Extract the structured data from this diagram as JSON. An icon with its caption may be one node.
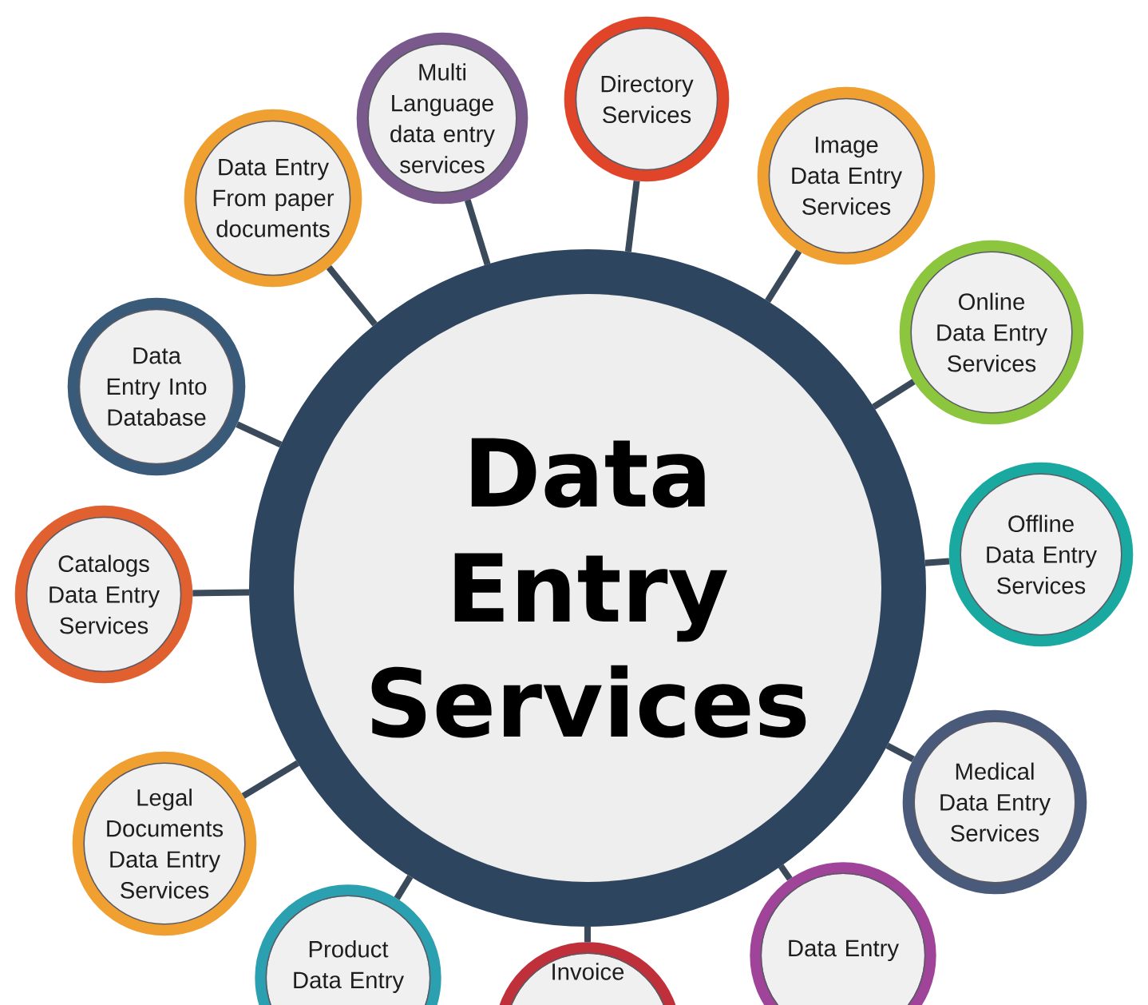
{
  "diagram": {
    "nodes": [
      {
        "text": [
          "Data Entry Services"
        ]
      },
      {
        "text": [
          "Multi Language data entry services"
        ]
      },
      {
        "text": [
          "Directory Services"
        ]
      },
      {
        "text": [
          "Image Data Entry Services"
        ]
      },
      {
        "text": [
          "Online Data Entry Services"
        ]
      },
      {
        "text": [
          "Offline Data Entry Services"
        ]
      },
      {
        "text": [
          "Medical Data Entry Services"
        ]
      },
      {
        "text": [
          "Data Entry"
        ]
      },
      {
        "text": [
          "Invoice"
        ]
      },
      {
        "text": [
          "Product Data Entry"
        ]
      },
      {
        "text": [
          "Legal Documents Data Entry Services"
        ]
      },
      {
        "text": [
          "Catalogs Data Entry Services"
        ]
      },
      {
        "text": [
          "Data Entry Into Database"
        ]
      },
      {
        "text": [
          "Data Entry From paper documents"
        ]
      }
    ],
    "edges": [
      {
        "from": 0,
        "to": 1,
        "arrow": "none"
      },
      {
        "from": 0,
        "to": 2,
        "arrow": "none"
      },
      {
        "from": 0,
        "to": 3,
        "arrow": "none"
      },
      {
        "from": 0,
        "to": 4,
        "arrow": "none"
      },
      {
        "from": 0,
        "to": 5,
        "arrow": "none"
      },
      {
        "from": 0,
        "to": 6,
        "arrow": "none"
      },
      {
        "from": 0,
        "to": 7,
        "arrow": "none"
      },
      {
        "from": 0,
        "to": 8,
        "arrow": "none"
      },
      {
        "from": 0,
        "to": 9,
        "arrow": "none"
      },
      {
        "from": 0,
        "to": 10,
        "arrow": "none"
      },
      {
        "from": 0,
        "to": 11,
        "arrow": "none"
      },
      {
        "from": 0,
        "to": 12,
        "arrow": "none"
      },
      {
        "from": 0,
        "to": 13,
        "arrow": "none"
      }
    ]
  }
}
